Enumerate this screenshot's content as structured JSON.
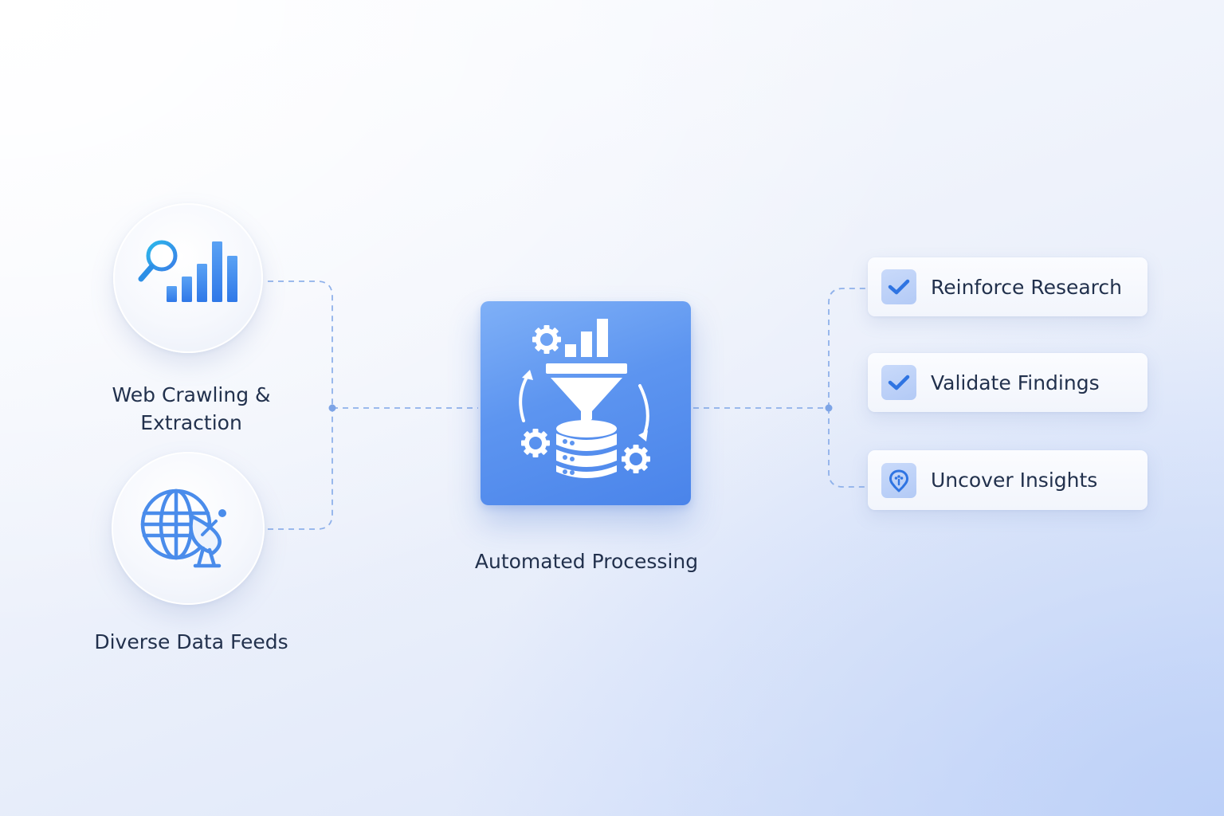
{
  "sources": [
    {
      "label": "Web Crawling &\nExtraction",
      "icon": "search-bar-chart-icon"
    },
    {
      "label": "Diverse Data Feeds",
      "icon": "globe-satellite-dish-icon"
    }
  ],
  "process": {
    "label": "Automated Processing",
    "icon": "funnel-database-gears-icon"
  },
  "outputs": [
    {
      "label": "Reinforce Research",
      "icon": "checkmark-icon"
    },
    {
      "label": "Validate Findings",
      "icon": "checkmark-icon"
    },
    {
      "label": "Uncover Insights",
      "icon": "lightbulb-icon"
    }
  ],
  "colors": {
    "accent": "#4a84ea",
    "accent_light": "#7fb0f7",
    "connector": "#8fb1ea",
    "text": "#22314d",
    "icon_blue": "#3f86ee"
  }
}
